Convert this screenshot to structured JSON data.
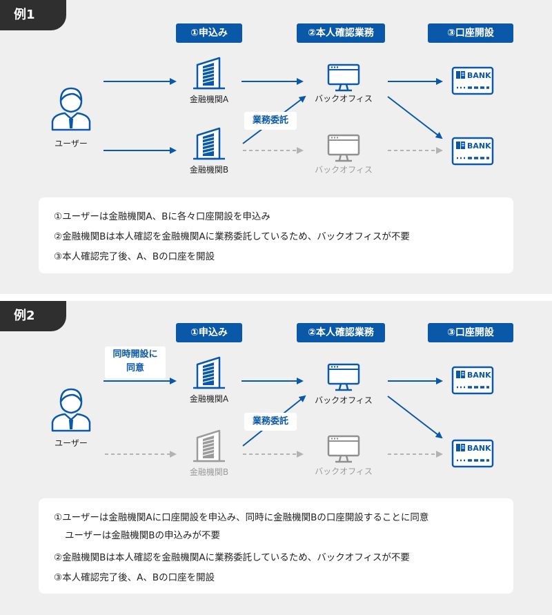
{
  "colors": {
    "accent": "#0a58a8",
    "dark_tag": "#2f2f2f",
    "inactive": "#b3b3b3",
    "panel_bg": "#efefef"
  },
  "steps": {
    "apply": "①申込み",
    "verify": "②本人確認業務",
    "open": "③口座開設"
  },
  "user_label": "ユーザー",
  "bank_a": "金融機関A",
  "bank_b": "金融機関B",
  "back_office": "バックオフィス",
  "outsourcing": "業務委託",
  "bank_card_text": "BANK",
  "examples": [
    {
      "tag": "例1",
      "notes": [
        "①ユーザーは金融機関A、Bに各々口座開設を申込み",
        "②金融機関Bは本人確認を金融機関Aに業務委託しているため、バックオフィスが不要",
        "③本人確認完了後、A、Bの口座を開設"
      ]
    },
    {
      "tag": "例2",
      "consent": [
        "同時開設に",
        "同意"
      ],
      "notes": [
        "①ユーザーは金融機関Aに口座開設を申込み、同時に金融機関Bの口座開設することに同意",
        "ユーザーは金融機関Bの申込みが不要",
        "②金融機関Bは本人確認を金融機関Aに業務委託しているため、バックオフィスが不要",
        "③本人確認完了後、A、Bの口座を開設"
      ]
    }
  ]
}
